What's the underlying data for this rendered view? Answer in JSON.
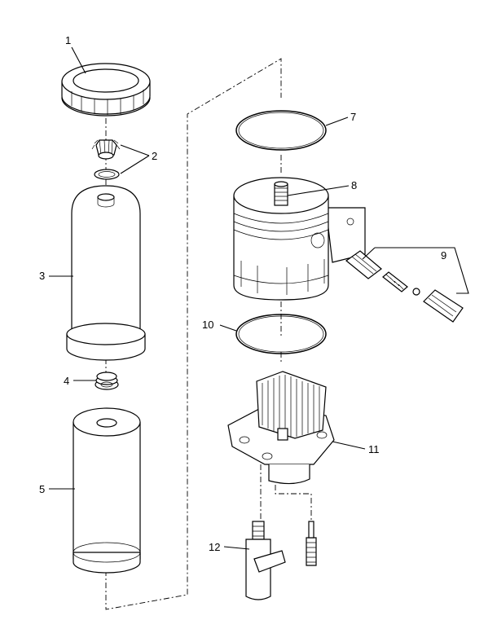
{
  "callouts": {
    "c1": "1",
    "c2": "2",
    "c3": "3",
    "c4": "4",
    "c5": "5",
    "c7": "7",
    "c8": "8",
    "c9": "9",
    "c10": "10",
    "c11": "11",
    "c12": "12"
  }
}
